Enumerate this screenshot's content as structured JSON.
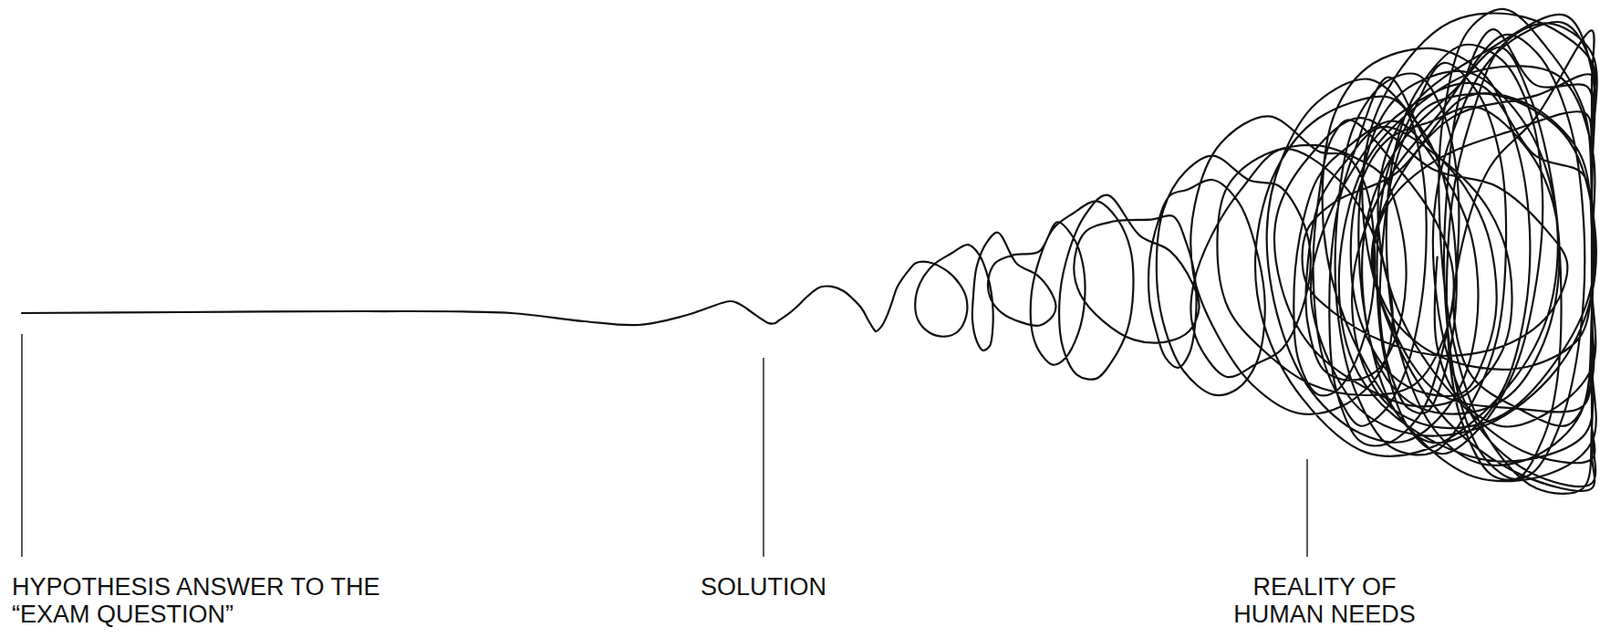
{
  "diagram": {
    "labels": [
      "HYPOTHESIS ANSWER TO THE “EXAM QUESTION”",
      "SOLUTION",
      "REALITY OF HUMAN NEEDS"
    ]
  }
}
